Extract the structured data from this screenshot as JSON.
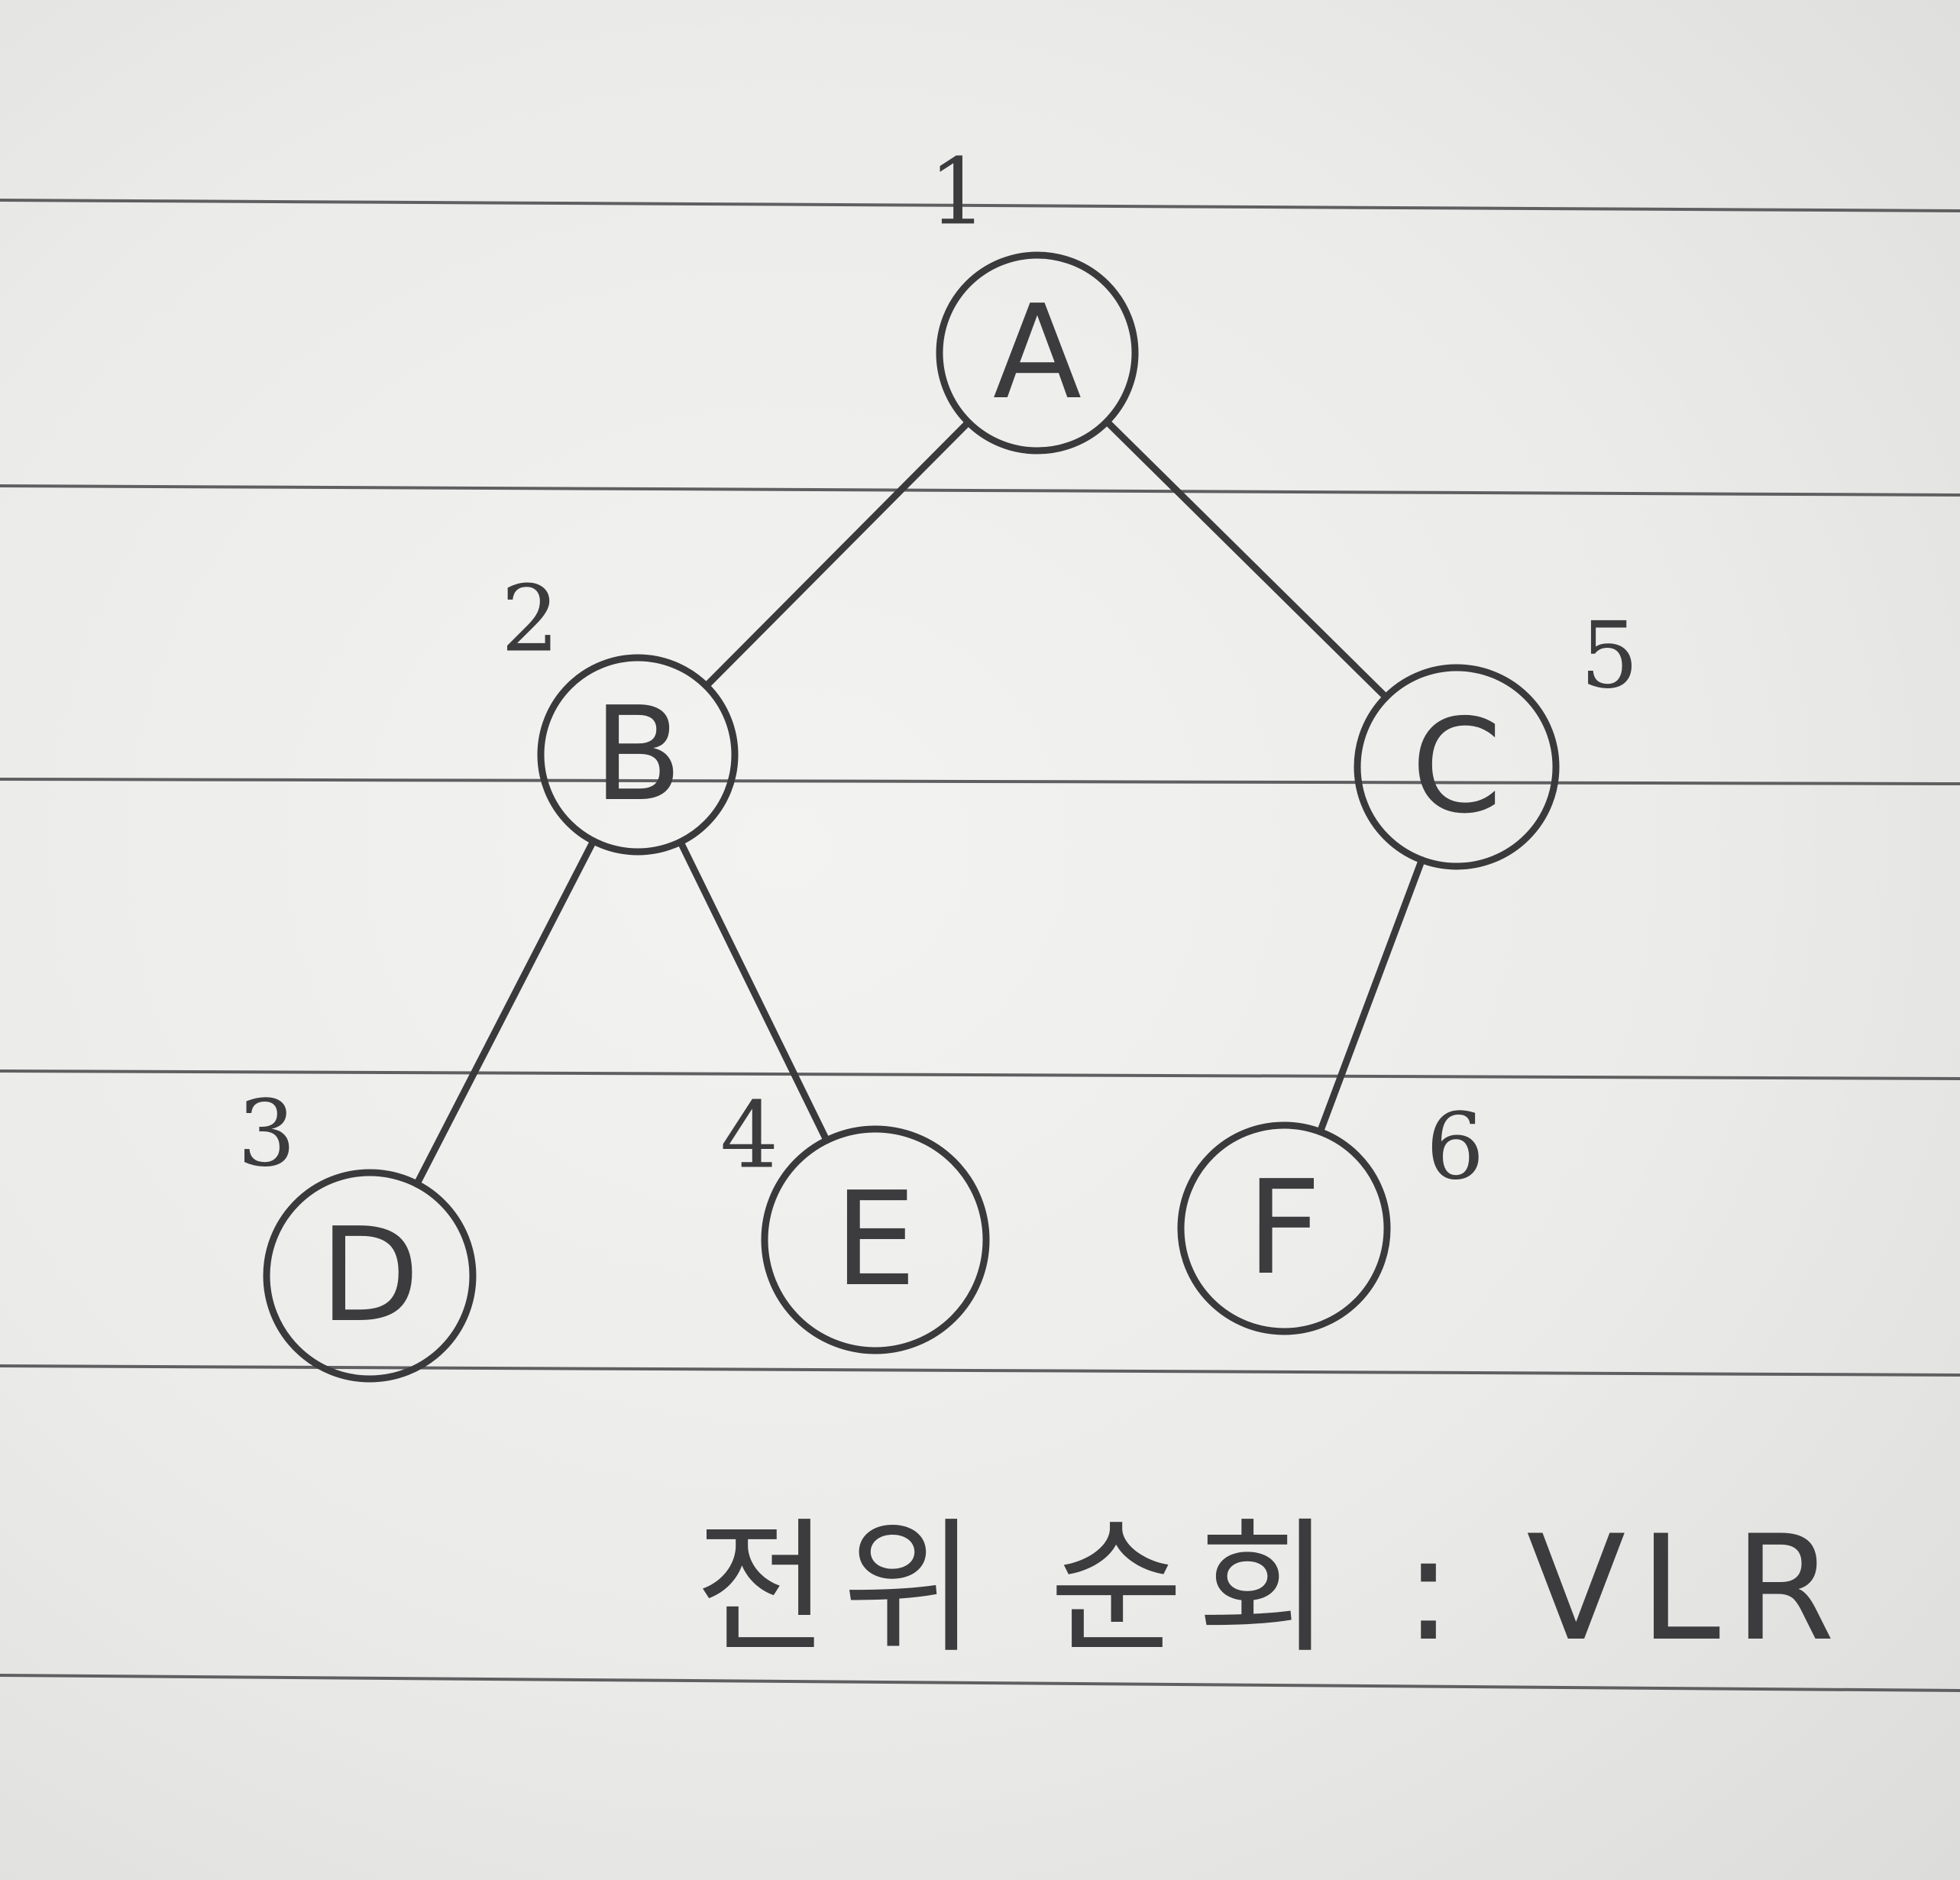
{
  "tree": {
    "nodes": [
      {
        "id": "A",
        "label": "A",
        "order": "1"
      },
      {
        "id": "B",
        "label": "B",
        "order": "2"
      },
      {
        "id": "C",
        "label": "C",
        "order": "5"
      },
      {
        "id": "D",
        "label": "D",
        "order": "3"
      },
      {
        "id": "E",
        "label": "E",
        "order": "4"
      },
      {
        "id": "F",
        "label": "F",
        "order": "6"
      }
    ],
    "edges": [
      {
        "from": "A",
        "to": "B"
      },
      {
        "from": "A",
        "to": "C"
      },
      {
        "from": "B",
        "to": "D"
      },
      {
        "from": "B",
        "to": "E"
      },
      {
        "from": "C",
        "to": "F"
      }
    ]
  },
  "caption": "전위 순회 : VLR"
}
